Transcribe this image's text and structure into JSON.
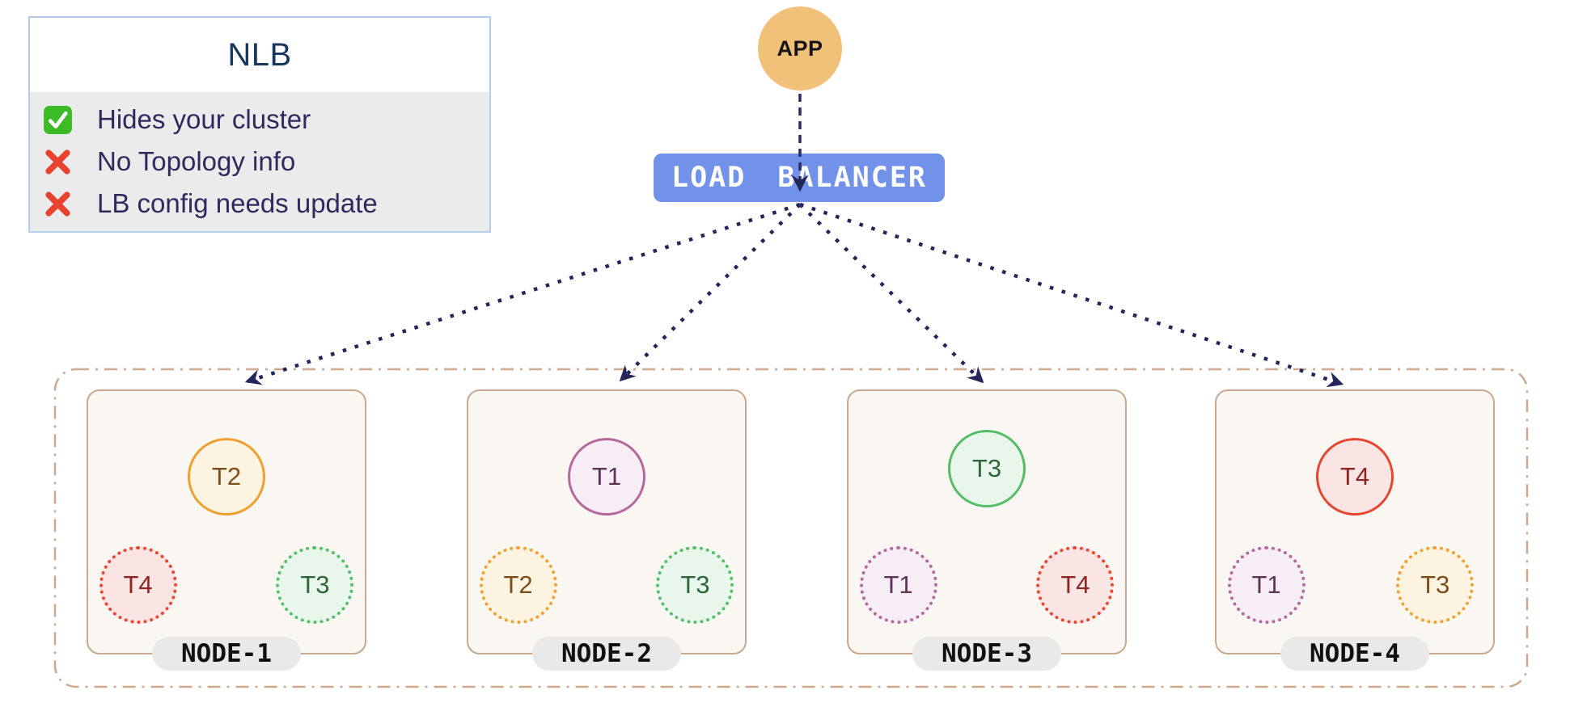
{
  "legend": {
    "title": "NLB",
    "items": [
      {
        "icon": "check",
        "text": "Hides your cluster"
      },
      {
        "icon": "cross",
        "text": "No Topology info"
      },
      {
        "icon": "cross",
        "text": "LB config needs update"
      }
    ]
  },
  "app": {
    "label": "APP"
  },
  "load_balancer": {
    "label": "LOAD BALANCER"
  },
  "cluster": {
    "nodes": [
      {
        "name": "NODE-1",
        "pods": [
          {
            "label": "T2",
            "color": "orange",
            "ring": "solid"
          },
          {
            "label": "T4",
            "color": "red",
            "ring": "dotted"
          },
          {
            "label": "T3",
            "color": "green",
            "ring": "dotted"
          }
        ]
      },
      {
        "name": "NODE-2",
        "pods": [
          {
            "label": "T1",
            "color": "purple",
            "ring": "solid"
          },
          {
            "label": "T2",
            "color": "orange",
            "ring": "dotted"
          },
          {
            "label": "T3",
            "color": "green",
            "ring": "dotted"
          }
        ]
      },
      {
        "name": "NODE-3",
        "pods": [
          {
            "label": "T3",
            "color": "green",
            "ring": "solid"
          },
          {
            "label": "T1",
            "color": "purple",
            "ring": "dotted"
          },
          {
            "label": "T4",
            "color": "red",
            "ring": "dotted"
          }
        ]
      },
      {
        "name": "NODE-4",
        "pods": [
          {
            "label": "T4",
            "color": "red",
            "ring": "solid"
          },
          {
            "label": "T1",
            "color": "purple",
            "ring": "dotted"
          },
          {
            "label": "T3",
            "color": "orange",
            "ring": "dotted"
          }
        ]
      }
    ]
  },
  "colors": {
    "app_circle": "#f2c179",
    "load_balancer_bg": "#7292ea",
    "arrow": "#23265b",
    "cluster_border": "#cfa78d",
    "node_border": "#c8a98f",
    "node_bg": "#faf7f3",
    "node_label_bg": "#e9e9e9",
    "legend_border": "#b3cdeb",
    "legend_body_bg": "#ebebeb",
    "legend_title": "#17375e",
    "legend_text": "#2e2a5e",
    "check_icon": "#3dbb27",
    "cross_icon": "#e7432e",
    "pod_orange": "#f0a032",
    "pod_red": "#e64530",
    "pod_green": "#55bd68",
    "pod_purple": "#b4689c"
  }
}
